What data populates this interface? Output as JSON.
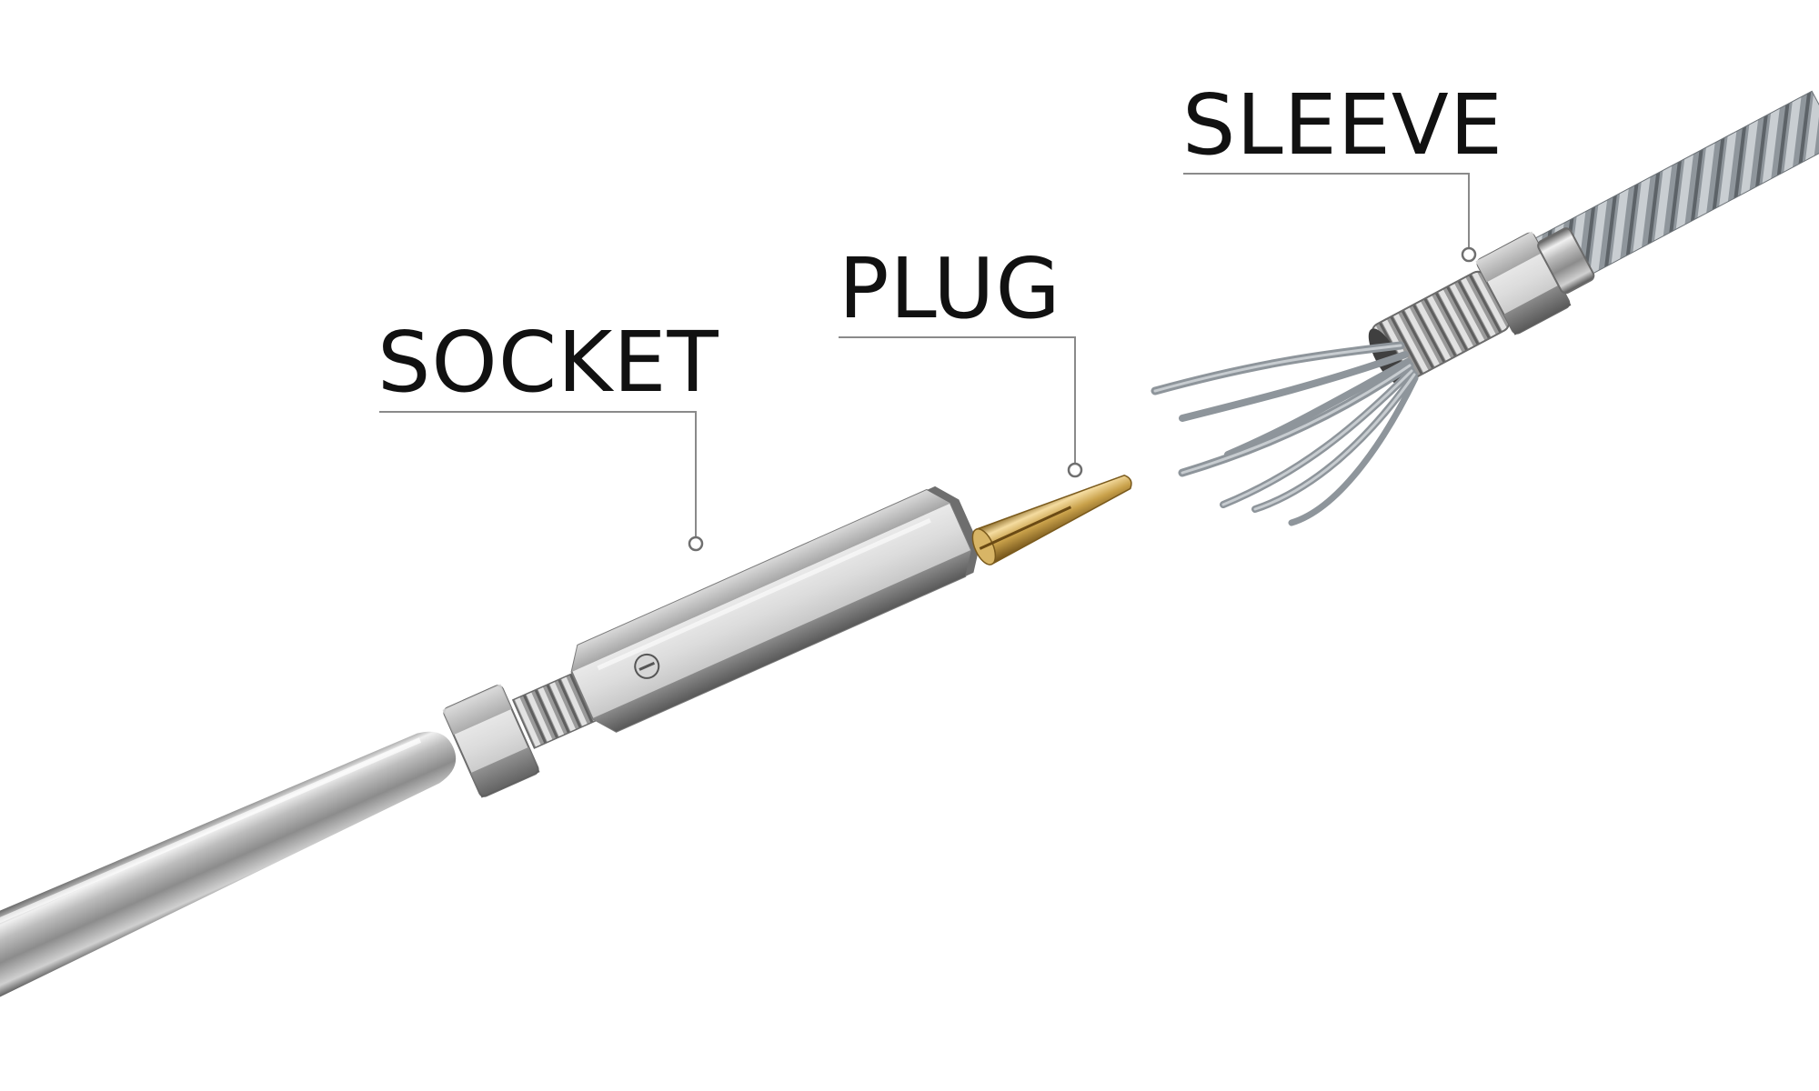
{
  "labels": {
    "socket": "SOCKET",
    "plug": "PLUG",
    "sleeve": "SLEEVE"
  },
  "colors": {
    "background": "#ffffff",
    "label_text": "#111111",
    "leader_line": "#8a8a8a",
    "steel_light": "#e6e6e6",
    "steel_mid": "#a9a9a9",
    "steel_dark": "#4a4a4a",
    "brass_light": "#f2d89a",
    "brass_mid": "#c9a14a",
    "brass_dark": "#7a5a1c",
    "wire": "#8e959b"
  }
}
